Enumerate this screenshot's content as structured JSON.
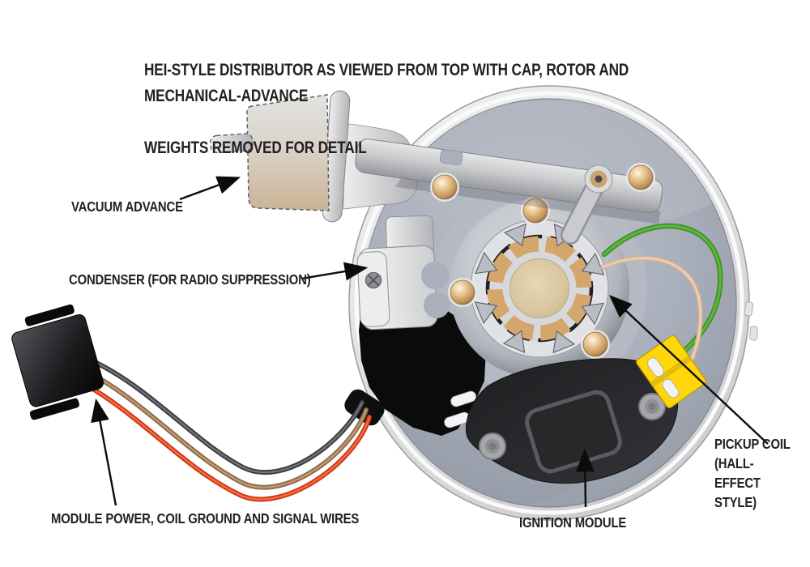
{
  "title": {
    "line1": "HEI-STYLE DISTRIBUTOR AS VIEWED FROM TOP WITH CAP, ROTOR AND MECHANICAL-ADVANCE",
    "line2": "WEIGHTS REMOVED FOR DETAIL"
  },
  "labels": {
    "vacuum_advance": "VACUUM ADVANCE",
    "condenser": "CONDENSER (FOR RADIO SUPPRESSION)",
    "module_wires": "MODULE POWER, COIL GROUND AND SIGNAL WIRES",
    "ignition_module": "IGNITION MODULE",
    "pickup_coil": "PICKUP COIL\n(HALL-EFFECT\nSTYLE)"
  },
  "colors": {
    "text": "#232022",
    "plate": "#a9afbb",
    "coil_tan": "#d4a66b",
    "brass": "#c79a62",
    "wire_green": "#5cb53c",
    "wire_tan": "#ecd0b4",
    "wire_red": "#e04a24",
    "wire_brown": "#9c7b57",
    "connector_yellow": "#ffd60b",
    "module_dark": "#2b2b2e"
  }
}
